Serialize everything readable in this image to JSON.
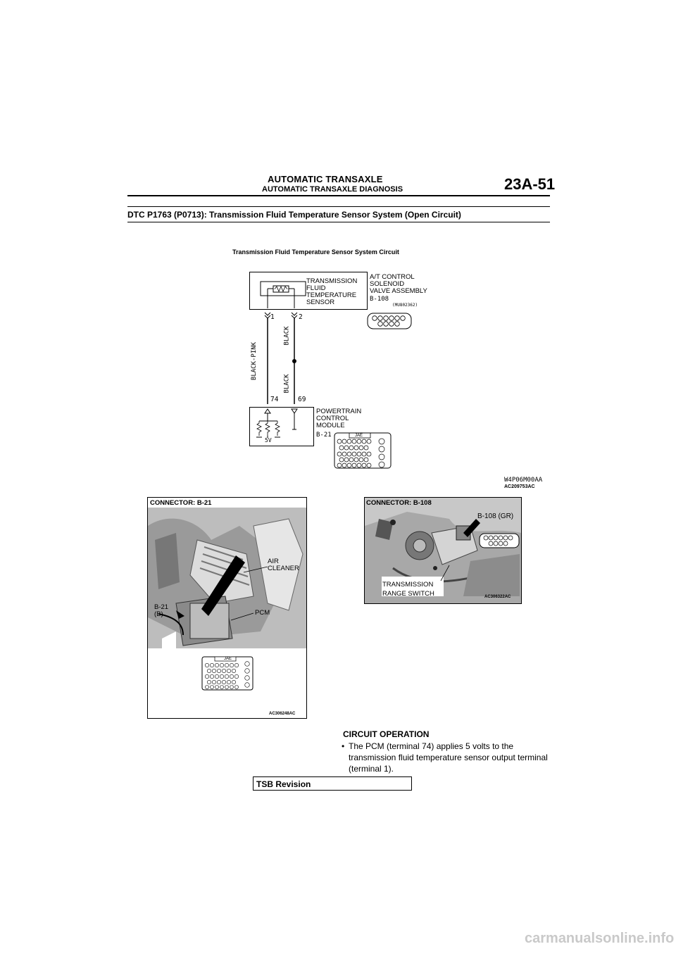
{
  "header": {
    "title": "AUTOMATIC TRANSAXLE",
    "subtitle": "AUTOMATIC TRANSAXLE DIAGNOSIS",
    "page_number": "23A-51"
  },
  "dtc_title": "DTC P1763 (P0713): Transmission Fluid Temperature Sensor System (Open Circuit)",
  "circuit": {
    "title": "Transmission Fluid Temperature Sensor System Circuit",
    "sensor_label": "TRANSMISSION\nFLUID\nTEMPERATURE\nSENSOR",
    "solenoid_label": "A/T CONTROL\nSOLENOID\nVALVE ASSEMBLY",
    "solenoid_connector": "B-108",
    "solenoid_part": "(MU802362)",
    "pin1": "1",
    "pin2": "2",
    "wire_left": "BLACK-PINK",
    "wire_right_top": "BLACK",
    "wire_right_bottom": "BLACK",
    "pin74": "74",
    "pin69": "69",
    "pcm_label": "POWERTRAIN\nCONTROL\nMODULE",
    "pcm_connector": "B-21",
    "voltage": "5V",
    "jae": "JAE",
    "code1": "W4P06M00AA",
    "code2": "AC209753AC"
  },
  "photo_left": {
    "title": "CONNECTOR: B-21",
    "air_cleaner": "AIR\nCLEANER",
    "connector": "B-21\n(B)",
    "pcm": "PCM",
    "jae": "JAE",
    "code": "AC306248AC"
  },
  "photo_right": {
    "title": "CONNECTOR: B-108",
    "connector": "B-108 (GR)",
    "switch": "TRANSMISSION\nRANGE SWITCH",
    "code": "AC306322AC"
  },
  "operation": {
    "title": "CIRCUIT OPERATION",
    "bullet": "•",
    "text": "The PCM (terminal 74) applies 5 volts to the transmission fluid temperature sensor output terminal (terminal 1)."
  },
  "tsb": "TSB Revision",
  "watermark": "carmanualsonline.info"
}
